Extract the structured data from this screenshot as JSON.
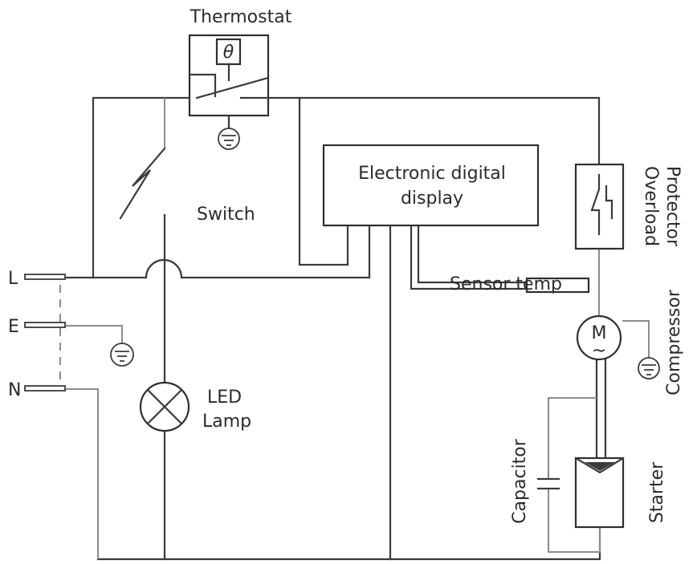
{
  "labels": {
    "thermostat": "Thermostat",
    "thermostat_symbol": "θ",
    "switch": "Switch",
    "display_line1": "Electronic digital",
    "display_line2": "display",
    "overload_line1": "Overload",
    "overload_line2": "Protector",
    "sensor": "Sensor temp",
    "compressor": "Compressor",
    "motor_letter": "M",
    "motor_tilde": "~",
    "capacitor": "Capacitor",
    "starter": "Starter",
    "led_line1": "LED",
    "led_line2": "Lamp",
    "terminal_l": "L",
    "terminal_e": "E",
    "terminal_n": "N"
  },
  "colors": {
    "wire": "#3b3b3b",
    "secondary_wire": "#8c8c8c",
    "background": "#ffffff"
  }
}
